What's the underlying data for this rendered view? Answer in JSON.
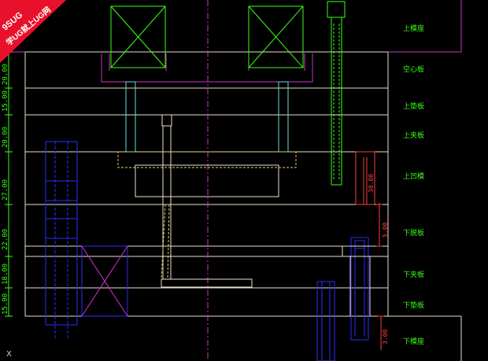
{
  "logo": {
    "top": "9SUG",
    "bottom": "学UG就上UG网"
  },
  "plates": [
    {
      "label": "上模座"
    },
    {
      "label": "空心板"
    },
    {
      "label": "上垫板"
    },
    {
      "label": "上夹板"
    },
    {
      "label": "上凹模"
    },
    {
      "label": "下脱板"
    },
    {
      "label": "下夹板"
    },
    {
      "label": "下垫板"
    },
    {
      "label": "下模座"
    }
  ],
  "dimensions_left": [
    "20.00",
    "15.00",
    "20.00",
    "27.00",
    "22.00",
    "18.00",
    "15.00"
  ],
  "dimensions_right": [
    "30.00",
    "5.00",
    "3.00"
  ],
  "axis_icon": "X",
  "colors": {
    "background": "#000000",
    "plate_outline": "#e8e0c8",
    "label": "#39ff14",
    "centerline": "#cc33cc",
    "blue_parts": "#2b2bff",
    "dimension_red": "#ff3b3b",
    "yellow_dashed": "#e6d35a",
    "cyan_parts": "#5fe0d8",
    "green_bolt": "#39ff14"
  }
}
